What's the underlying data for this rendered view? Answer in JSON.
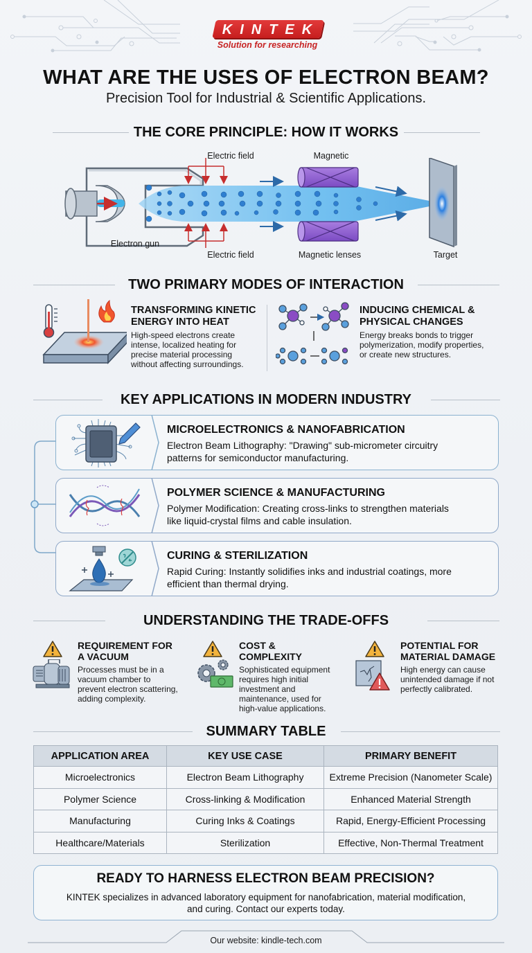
{
  "brand": {
    "logo_text": "KINTEK",
    "tagline": "Solution for researching",
    "color": "#d32a2a"
  },
  "header": {
    "title": "WHAT ARE THE USES OF ELECTRON BEAM?",
    "subtitle": "Precision Tool for Industrial & Scientific Applications."
  },
  "core_principle": {
    "heading": "THE CORE PRINCIPLE: HOW IT WORKS",
    "labels": {
      "electric_field_top": "Electric field",
      "magnetic_top": "Magnetic",
      "electron_gun": "Electron gun",
      "electric_field_bottom": "Electric field",
      "magnetic_lenses": "Magnetic lenses",
      "target": "Target"
    }
  },
  "modes": {
    "heading": "TWO PRIMARY MODES OF INTERACTION",
    "items": [
      {
        "title_line1": "TRANSFORMING KINETIC",
        "title_line2": "ENERGY INTO HEAT",
        "desc_lines": [
          "High-speed electrons create",
          "intense, localized heating for",
          "precise material processing",
          "without affecting surroundings."
        ],
        "icon": "heat-icon"
      },
      {
        "title_line1": "INDUCING CHEMICAL &",
        "title_line2": "PHYSICAL CHANGES",
        "desc_lines": [
          "Energy breaks bonds to trigger",
          "polymerization, modify properties,",
          "or create new structures."
        ],
        "icon": "molecule-icon"
      }
    ]
  },
  "applications": {
    "heading": "KEY APPLICATIONS IN MODERN INDUSTRY",
    "items": [
      {
        "title": "MICROELECTRONICS & NANOFABRICATION",
        "desc_line1": "Electron Beam Lithography: \"Drawing\" sub-micrometer circuitry",
        "desc_line2": "patterns for semiconductor manufacturing.",
        "icon": "chip-icon"
      },
      {
        "title": "POLYMER SCIENCE & MANUFACTURING",
        "desc_line1": "Polymer Modification: Creating cross-links to strengthen materials",
        "desc_line2": "like liquid-crystal films and cable insulation.",
        "icon": "polymer-icon"
      },
      {
        "title": "CURING & STERILIZATION",
        "desc_line1": "Rapid Curing: Instantly solidifies inks and industrial coatings, more",
        "desc_line2": "efficient than thermal drying.",
        "icon": "curing-icon"
      }
    ]
  },
  "tradeoffs": {
    "heading": "UNDERSTANDING THE TRADE-OFFS",
    "items": [
      {
        "title_line1": "REQUIREMENT FOR",
        "title_line2": "A VACUUM",
        "desc_lines": [
          "Processes must be in a",
          "vacuum chamber to",
          "prevent electron scattering,",
          "adding complexity."
        ]
      },
      {
        "title_line1": "COST &",
        "title_line2": "COMPLEXITY",
        "desc_lines": [
          "Sophisticated equipment",
          "requires high initial",
          "investment and",
          "maintenance, used for",
          "high-value applications."
        ]
      },
      {
        "title_line1": "POTENTIAL FOR",
        "title_line2": "MATERIAL DAMAGE",
        "desc_lines": [
          "High energy can cause",
          "unintended damage if not",
          "perfectly calibrated."
        ]
      }
    ]
  },
  "summary_table": {
    "heading": "SUMMARY TABLE",
    "columns": [
      "APPLICATION AREA",
      "KEY USE CASE",
      "PRIMARY BENEFIT"
    ],
    "rows": [
      [
        "Microelectronics",
        "Electron Beam Lithography",
        "Extreme Precision (Nanometer Scale)"
      ],
      [
        "Polymer Science",
        "Cross-linking & Modification",
        "Enhanced Material Strength"
      ],
      [
        "Manufacturing",
        "Curing Inks & Coatings",
        "Rapid, Energy-Efficient Processing"
      ],
      [
        "Healthcare/Materials",
        "Sterilization",
        "Effective, Non-Thermal Treatment"
      ]
    ]
  },
  "cta": {
    "title": "READY TO HARNESS ELECTRON BEAM PRECISION?",
    "desc": "KINTEK specializes in advanced laboratory equipment for nanofabrication, material modification, and curing. Contact our experts today."
  },
  "footer": {
    "website": "Our website: kindle-tech.com"
  }
}
